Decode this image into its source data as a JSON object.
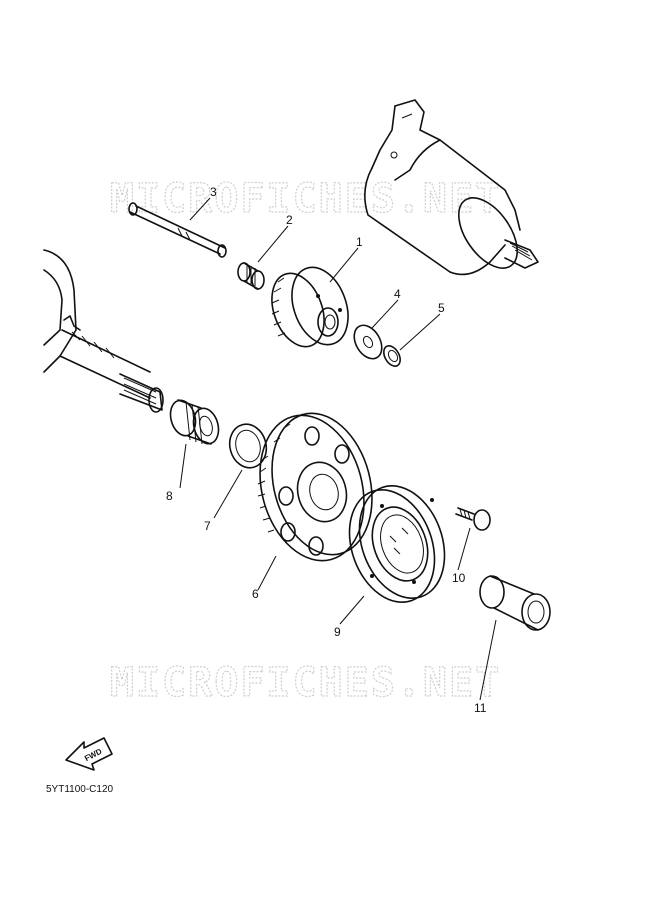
{
  "watermark": "MICROFICHES.NET",
  "diagram_code": "5YT1100-C120",
  "fwd_label": "FWD",
  "callouts": [
    "1",
    "2",
    "3",
    "4",
    "5",
    "6",
    "7",
    "8",
    "9",
    "10",
    "11"
  ]
}
